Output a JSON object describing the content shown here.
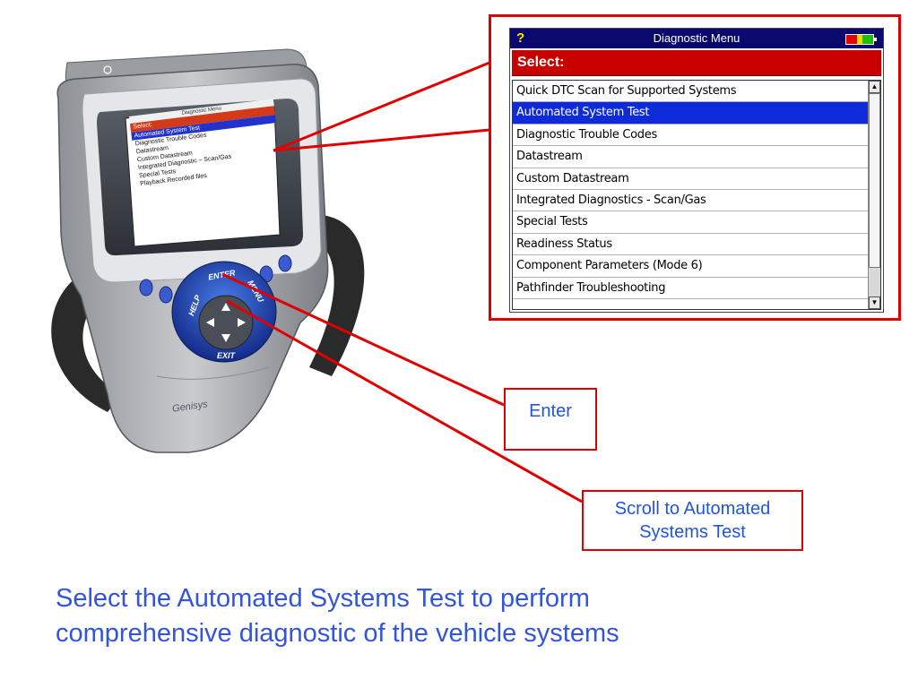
{
  "diagnostic_menu": {
    "title": "Diagnostic Menu",
    "help_icon": "?",
    "battery_icon": "battery-indicator-icon",
    "select_header": "Select:",
    "items": [
      "Quick DTC Scan for Supported Systems",
      "Automated System Test",
      "Diagnostic Trouble Codes",
      "Datastream",
      "Custom Datastream",
      "Integrated Diagnostics - Scan/Gas",
      "Special Tests",
      "Readiness Status",
      "Component Parameters (Mode 6)",
      "Pathfinder Troubleshooting"
    ],
    "selected_index": 1
  },
  "device": {
    "brand": "Genisys",
    "screen_title": "Diagnostic Menu",
    "screen_select": "Select:",
    "screen_items": [
      "Automated System Test",
      "Diagnostic Trouble Codes",
      "Datastream",
      "Custom Datastream",
      "Integrated Diagnostic – Scan/Gas",
      "Special Tests",
      "Playback Recorded files"
    ],
    "buttons": {
      "help": "HELP",
      "enter": "ENTER",
      "menu": "MENU",
      "exit": "EXIT"
    }
  },
  "callouts": {
    "enter": "Enter",
    "scroll_line1": "Scroll to Automated",
    "scroll_line2": "Systems Test"
  },
  "caption": {
    "line1": "Select the Automated Systems Test to perform",
    "line2": "comprehensive diagnostic of the vehicle systems"
  },
  "colors": {
    "callout_border": "#e00000",
    "caption_text": "#3355dd",
    "titlebar": "#0a0a6e",
    "select_bar": "#c80000",
    "selected_row": "#0f2bd9"
  }
}
